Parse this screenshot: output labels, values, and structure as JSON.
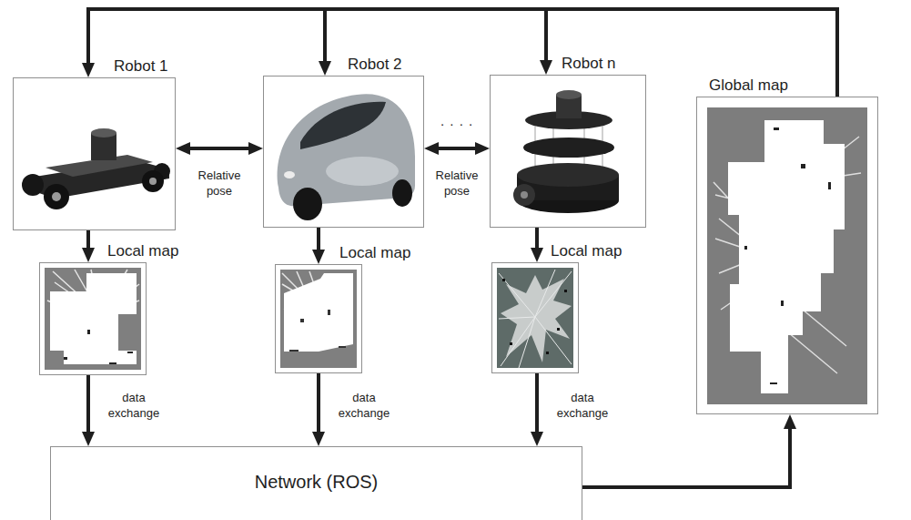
{
  "diagram": {
    "nodes": [
      {
        "text": [
          "Robot 1"
        ]
      },
      {
        "text": [
          "Robot 2"
        ]
      },
      {
        "text": [
          "Robot n"
        ]
      },
      {
        "text": [
          "Global map"
        ]
      },
      {
        "text": [
          "Local map"
        ]
      },
      {
        "text": [
          "Local map"
        ]
      },
      {
        "text": [
          "Local map"
        ]
      },
      {
        "text": [
          "Network (ROS)"
        ]
      }
    ],
    "edges": [
      {
        "from": 0,
        "to": 1,
        "arrow": "both",
        "label": "Relative pose"
      },
      {
        "from": 1,
        "to": 2,
        "arrow": "both",
        "label": "Relative pose"
      },
      {
        "from": 0,
        "to": 4,
        "arrow": "to"
      },
      {
        "from": 1,
        "to": 5,
        "arrow": "to"
      },
      {
        "from": 2,
        "to": 6,
        "arrow": "to"
      },
      {
        "from": 4,
        "to": 7,
        "arrow": "to",
        "label": "data exchange"
      },
      {
        "from": 5,
        "to": 7,
        "arrow": "to",
        "label": "data exchange"
      },
      {
        "from": 6,
        "to": 7,
        "arrow": "to",
        "label": "data exchange"
      },
      {
        "from": 7,
        "to": 3,
        "arrow": "to"
      },
      {
        "from": 3,
        "to": 0,
        "arrow": "to"
      },
      {
        "from": 3,
        "to": 1,
        "arrow": "to"
      },
      {
        "from": 3,
        "to": 2,
        "arrow": "to"
      }
    ],
    "labels": [
      ". . . ."
    ]
  }
}
